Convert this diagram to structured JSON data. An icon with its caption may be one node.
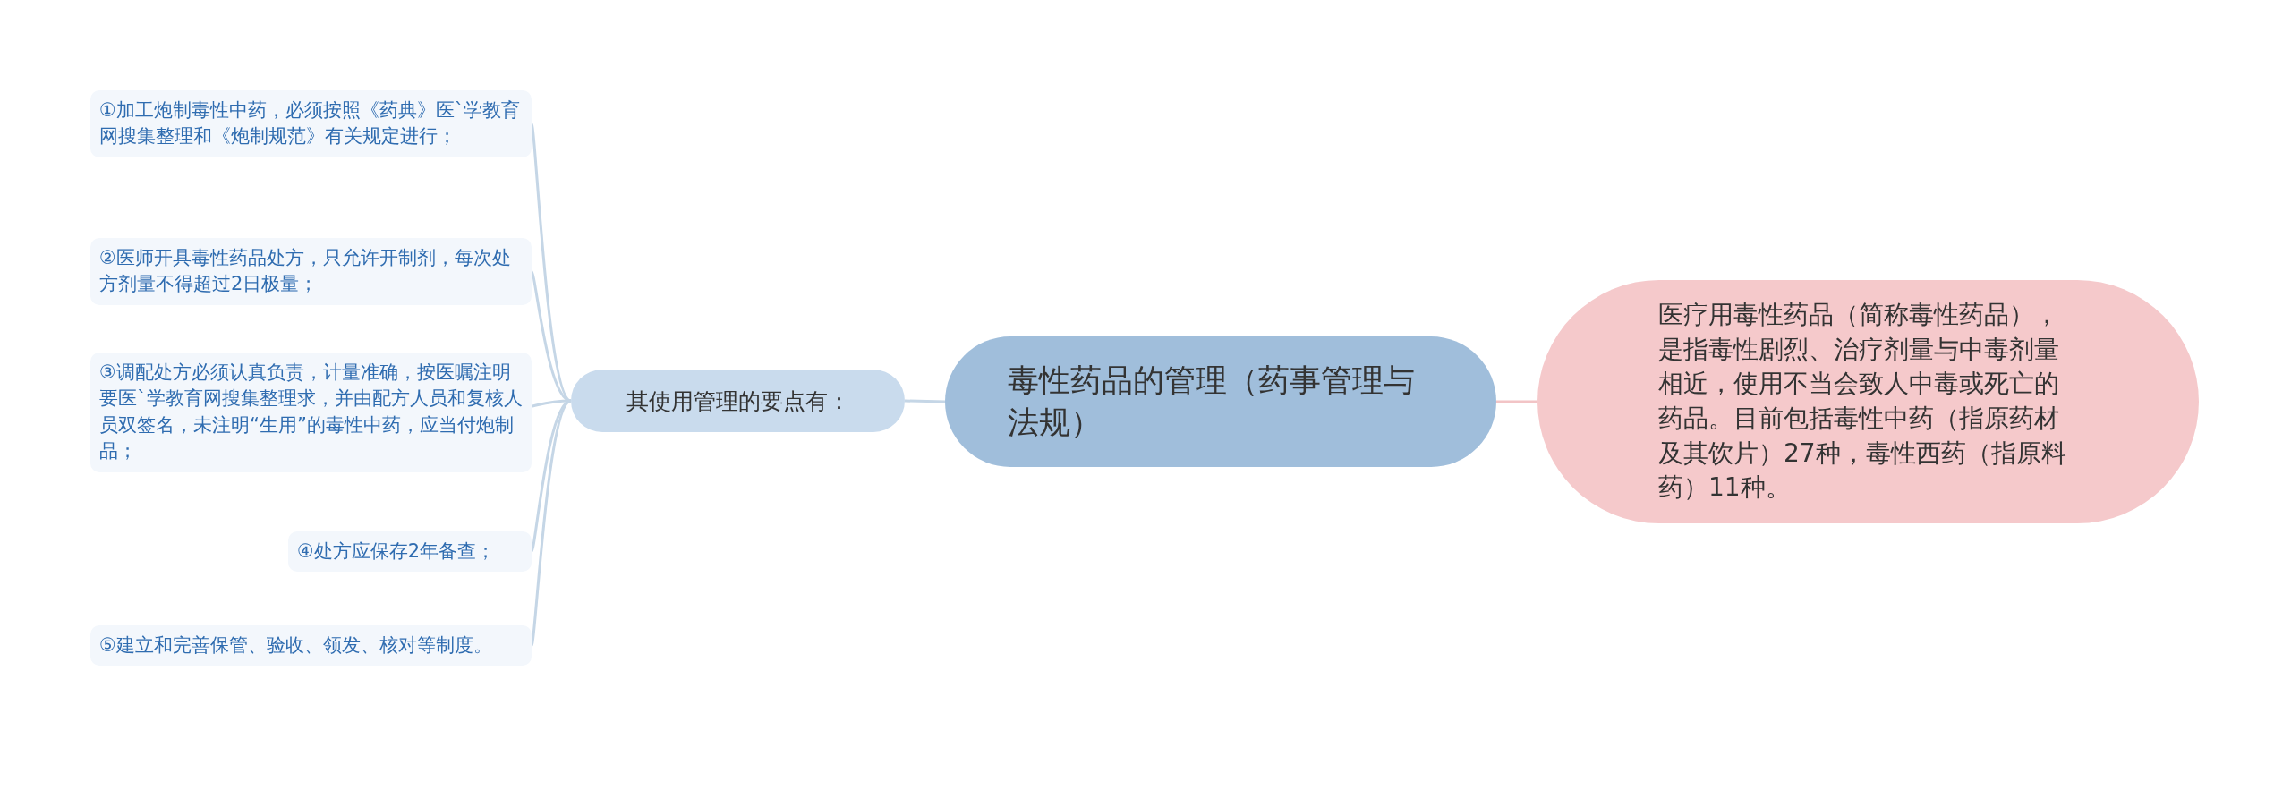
{
  "diagram": {
    "nodes": [
      {
        "text": [
          "毒性药品的管理（药事管理与法规）"
        ]
      },
      {
        "text": [
          "其使用管理的要点有："
        ]
      },
      {
        "text": [
          "①加工炮制毒性中药，必须按照《药典》医`学教育网搜集整理和《炮制规范》有关规定进行；"
        ]
      },
      {
        "text": [
          "②医师开具毒性药品处方，只允许开制剂，每次处方剂量不得超过2日极量；"
        ]
      },
      {
        "text": [
          "③调配处方必须认真负责，计量准确，按医嘱注明要医`学教育网搜集整理求，并由配方人员和复核人员双签名，未注明“生用”的毒性中药，应当付炮制品；"
        ]
      },
      {
        "text": [
          "④处方应保存2年备查；"
        ]
      },
      {
        "text": [
          "⑤建立和完善保管、验收、领发、核对等制度。"
        ]
      },
      {
        "text": [
          "医疗用毒性药品（简称毒性药品），是指毒性剧烈、治疗剂量与中毒剂量相近，使用不当会致人中毒或死亡的药品。目前包括毒性中药（指原药材及其饮片）27种，毒性西药（指原料药）11种。"
        ]
      }
    ],
    "edges": [
      {
        "from": 0,
        "to": 1,
        "arrow": "none"
      },
      {
        "from": 1,
        "to": 2,
        "arrow": "none"
      },
      {
        "from": 1,
        "to": 3,
        "arrow": "none"
      },
      {
        "from": 1,
        "to": 4,
        "arrow": "none"
      },
      {
        "from": 1,
        "to": 5,
        "arrow": "none"
      },
      {
        "from": 1,
        "to": 6,
        "arrow": "none"
      },
      {
        "from": 0,
        "to": 7,
        "arrow": "none",
        "color": "#f2c4c6"
      }
    ]
  }
}
